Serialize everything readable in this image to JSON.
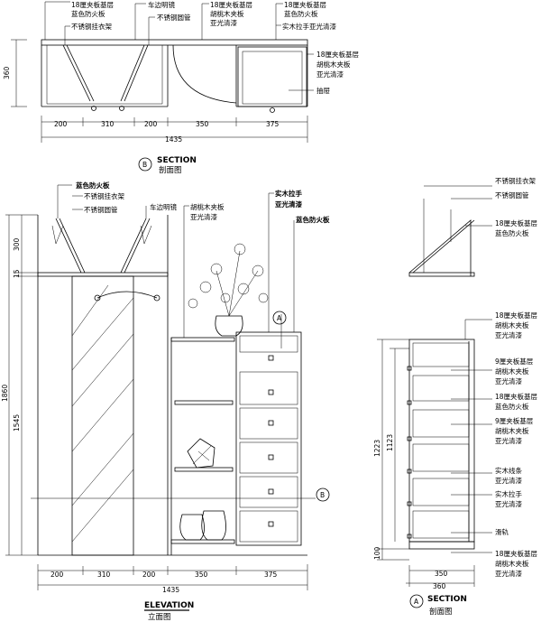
{
  "top_section": {
    "labels": [
      "18厘夹板基层",
      "蓝色防火板",
      "车边明镜",
      "不锈钢挂衣架",
      "不锈钢圆管",
      "18厘夹板基层",
      "胡桃木夹板",
      "亚光清漆",
      "18厘夹板基层",
      "蓝色防火板",
      "实木拉手亚光清漆",
      "18厘夹板基层",
      "胡桃木夹板",
      "亚光清漆",
      "抽屉"
    ],
    "dims": [
      "200",
      "310",
      "200",
      "350",
      "375",
      "1435",
      "360"
    ],
    "marker": "B",
    "title": "SECTION",
    "subtitle": "剖面图"
  },
  "elevation": {
    "labels": [
      "蓝色防火板",
      "不锈钢挂衣架",
      "不锈钢圆管",
      "车边明镜",
      "胡桃木夹板",
      "亚光清漆",
      "实木拉手",
      "亚光清漆",
      "蓝色防火板"
    ],
    "dims_bottom": [
      "200",
      "310",
      "200",
      "350",
      "375",
      "1435"
    ],
    "dims_left": [
      "300",
      "15",
      "1545",
      "1860"
    ],
    "marker_a": "A",
    "marker_b": "B",
    "title": "ELEVATION",
    "subtitle": "立面图"
  },
  "side_section": {
    "labels": [
      "不锈钢挂衣架",
      "不锈钢圆管",
      "18厘夹板基层",
      "蓝色防火板",
      "18厘夹板基层",
      "胡桃木夹板",
      "亚光清漆",
      "9厘夹板基层",
      "胡桃木夹板",
      "亚光清漆",
      "18厘夹板基层",
      "蓝色防火板",
      "9厘夹板基层",
      "胡桃木夹板",
      "亚光清漆",
      "实木线条",
      "亚光清漆",
      "实木拉手",
      "亚光清漆",
      "滑轨",
      "18厘夹板基层",
      "胡桃木夹板",
      "亚光清漆"
    ],
    "dims_left": [
      "1223",
      "1123",
      "100"
    ],
    "dims_bottom": [
      "350",
      "360"
    ],
    "marker": "A",
    "title": "SECTION",
    "subtitle": "剖面图"
  }
}
